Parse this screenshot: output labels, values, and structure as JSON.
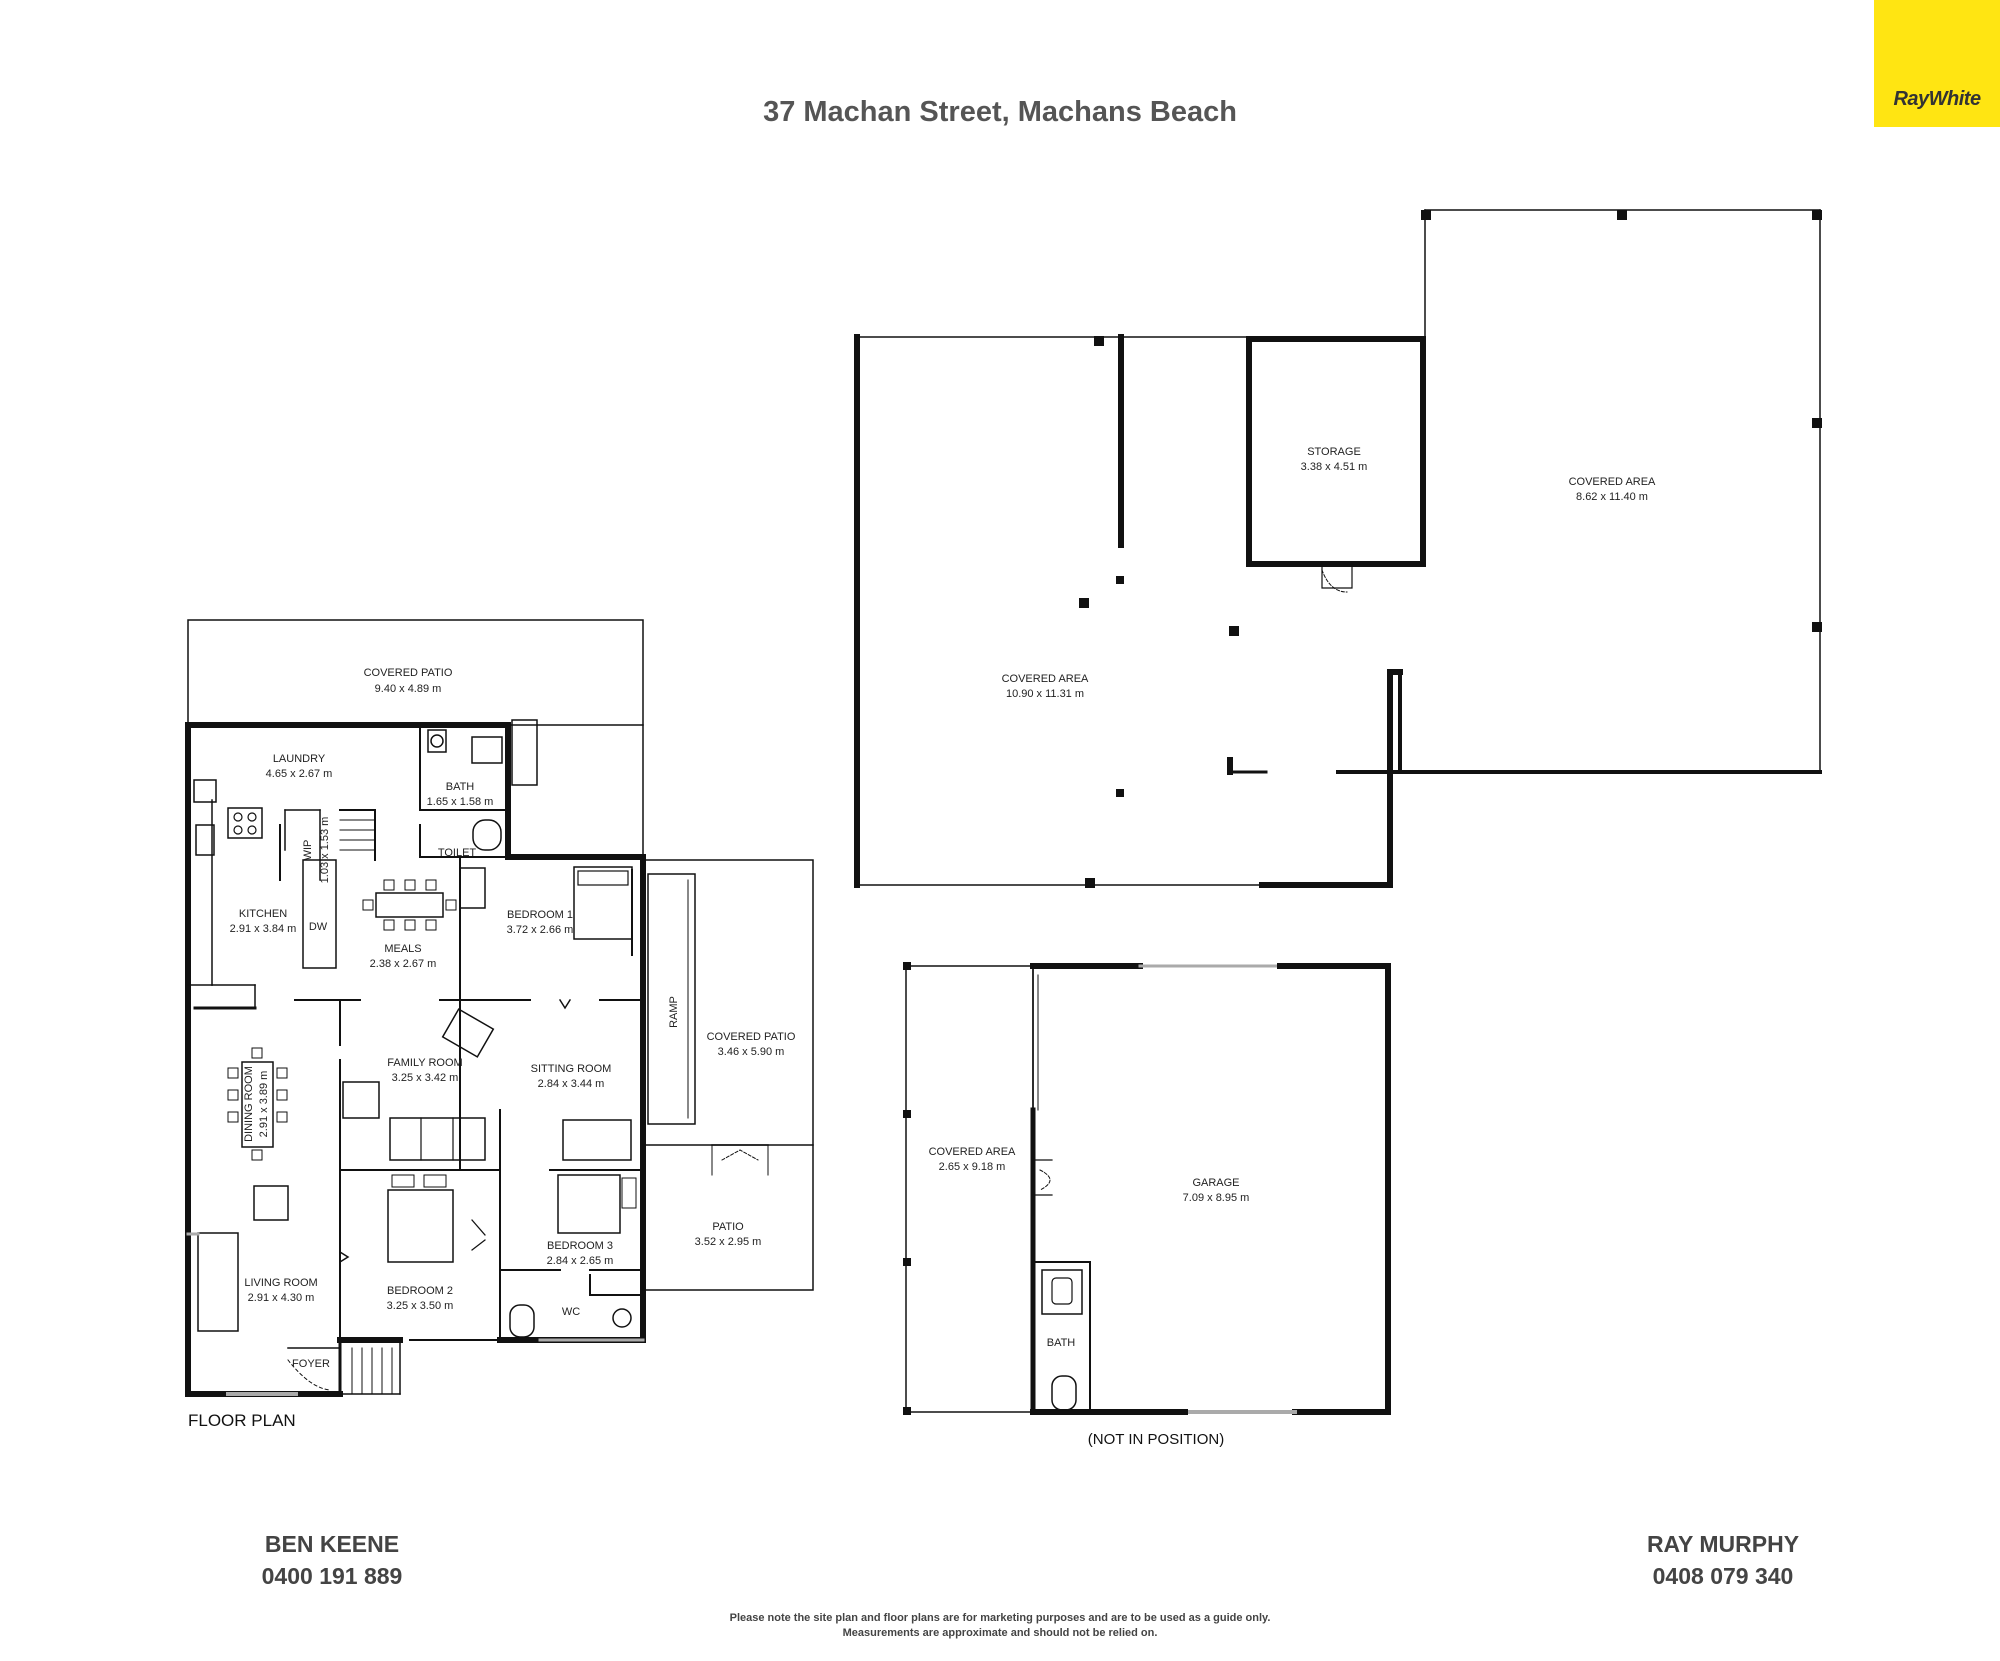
{
  "brand": {
    "name": "RayWhite",
    "color": "#FFE512"
  },
  "title": "37 Machan Street, Machans Beach",
  "plan_labels": {
    "floor_plan": "FLOOR PLAN",
    "not_in_position": "(NOT IN POSITION)"
  },
  "rooms": {
    "covered_patio_top": {
      "name": "COVERED PATIO",
      "dim": "9.40 x 4.89 m"
    },
    "laundry": {
      "name": "LAUNDRY",
      "dim": "4.65 x 2.67 m"
    },
    "bath": {
      "name": "BATH",
      "dim": "1.65 x 1.58 m"
    },
    "toilet": {
      "name": "TOILET"
    },
    "wip": {
      "name": "WIP",
      "dim": "1.03 x 1.53 m"
    },
    "kitchen": {
      "name": "KITCHEN",
      "dim": "2.91 x 3.84 m"
    },
    "dw": {
      "name": "DW"
    },
    "meals": {
      "name": "MEALS",
      "dim": "2.38 x 2.67 m"
    },
    "bedroom1": {
      "name": "BEDROOM 1",
      "dim": "3.72 x 2.66 m"
    },
    "ramp": {
      "name": "RAMP"
    },
    "covered_patio_side": {
      "name": "COVERED PATIO",
      "dim": "3.46 x 5.90 m"
    },
    "dining": {
      "name": "DINING ROOM",
      "dim": "2.91 x 3.89 m"
    },
    "family": {
      "name": "FAMILY ROOM",
      "dim": "3.25 x 3.42 m"
    },
    "sitting": {
      "name": "SITTING ROOM",
      "dim": "2.84 x 3.44 m"
    },
    "bedroom2": {
      "name": "BEDROOM 2",
      "dim": "3.25 x 3.50 m"
    },
    "bedroom3": {
      "name": "BEDROOM 3",
      "dim": "2.84 x 2.65 m"
    },
    "living": {
      "name": "LIVING ROOM",
      "dim": "2.91 x 4.30 m"
    },
    "wc": {
      "name": "WC"
    },
    "foyer": {
      "name": "FOYER"
    },
    "patio": {
      "name": "PATIO",
      "dim": "3.52 x 2.95 m"
    },
    "storage": {
      "name": "STORAGE",
      "dim": "3.38 x 4.51 m"
    },
    "covered_area_right": {
      "name": "COVERED AREA",
      "dim": "8.62 x 11.40 m"
    },
    "covered_area_main": {
      "name": "COVERED AREA",
      "dim": "10.90 x 11.31 m"
    },
    "covered_area_garage": {
      "name": "COVERED AREA",
      "dim": "2.65 x 9.18 m"
    },
    "garage": {
      "name": "GARAGE",
      "dim": "7.09 x 8.95 m"
    },
    "garage_bath": {
      "name": "BATH"
    }
  },
  "agents": [
    {
      "name": "BEN KEENE",
      "phone": "0400 191 889"
    },
    {
      "name": "RAY MURPHY",
      "phone": "0408 079 340"
    }
  ],
  "disclaimer": {
    "line1": "Please note the site plan and floor plans are for marketing purposes and are to be used as a guide only.",
    "line2": "Measurements are approximate and should not be relied on."
  }
}
